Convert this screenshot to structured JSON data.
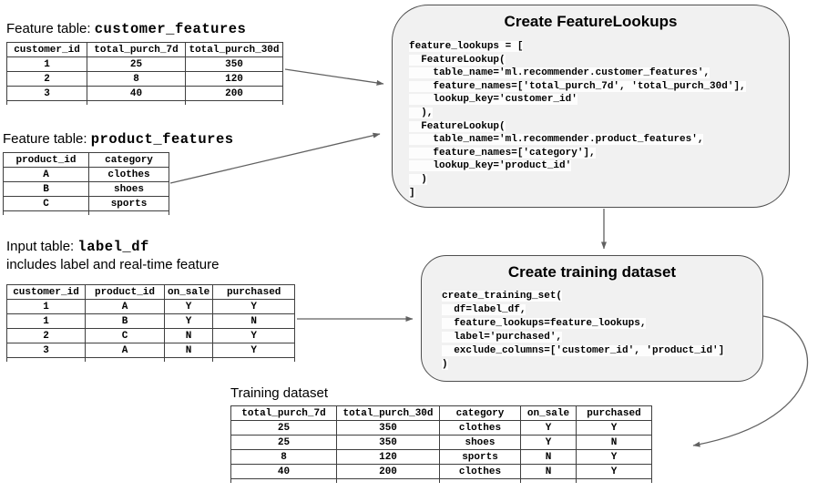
{
  "tables": [
    {
      "name": "customer-features",
      "title_prefix": "Feature table: ",
      "title_code": "customer_features",
      "columns": [
        "customer_id",
        "total_purch_7d",
        "total_purch_30d"
      ],
      "rows": [
        [
          "1",
          "25",
          "350"
        ],
        [
          "2",
          "8",
          "120"
        ],
        [
          "3",
          "40",
          "200"
        ]
      ]
    },
    {
      "name": "product-features",
      "title_prefix": "Feature table: ",
      "title_code": "product_features",
      "columns": [
        "product_id",
        "category"
      ],
      "rows": [
        [
          "A",
          "clothes"
        ],
        [
          "B",
          "shoes"
        ],
        [
          "C",
          "sports"
        ]
      ]
    },
    {
      "name": "label-df",
      "title_prefix": "Input table: ",
      "title_code": "label_df",
      "subtitle": "includes label and real-time feature",
      "columns": [
        "customer_id",
        "product_id",
        "on_sale",
        "purchased"
      ],
      "rows": [
        [
          "1",
          "A",
          "Y",
          "Y"
        ],
        [
          "1",
          "B",
          "Y",
          "N"
        ],
        [
          "2",
          "C",
          "N",
          "Y"
        ],
        [
          "3",
          "A",
          "N",
          "Y"
        ]
      ]
    },
    {
      "name": "training-dataset",
      "title_plain": "Training dataset",
      "columns": [
        "total_purch_7d",
        "total_purch_30d",
        "category",
        "on_sale",
        "purchased"
      ],
      "rows": [
        [
          "25",
          "350",
          "clothes",
          "Y",
          "Y"
        ],
        [
          "25",
          "350",
          "shoes",
          "Y",
          "N"
        ],
        [
          "8",
          "120",
          "sports",
          "N",
          "Y"
        ],
        [
          "40",
          "200",
          "clothes",
          "N",
          "Y"
        ]
      ]
    }
  ],
  "boxes": [
    {
      "name": "create-feature-lookups",
      "title": "Create FeatureLookups",
      "code_lines": [
        "feature_lookups = [",
        "  FeatureLookup(",
        "    table_name='ml.recommender.customer_features',",
        "    feature_names=['total_purch_7d', 'total_purch_30d'],",
        "    lookup_key='customer_id'",
        "  ),",
        "  FeatureLookup(",
        "    table_name='ml.recommender.product_features',",
        "    feature_names=['category'],",
        "    lookup_key='product_id'",
        "  )",
        "]"
      ]
    },
    {
      "name": "create-training-dataset",
      "title": "Create training dataset",
      "code_lines": [
        "create_training_set(",
        "  df=label_df,",
        "  feature_lookups=feature_lookups,",
        "  label='purchased',",
        "  exclude_columns=['customer_id', 'product_id']",
        ")"
      ]
    }
  ],
  "colors": {
    "box_fill": "#f1f1f1",
    "box_border": "#4f4f4f",
    "table_border": "#3f3f3f",
    "arrow": "#616161",
    "code_highlight": "#fdfdfd"
  }
}
